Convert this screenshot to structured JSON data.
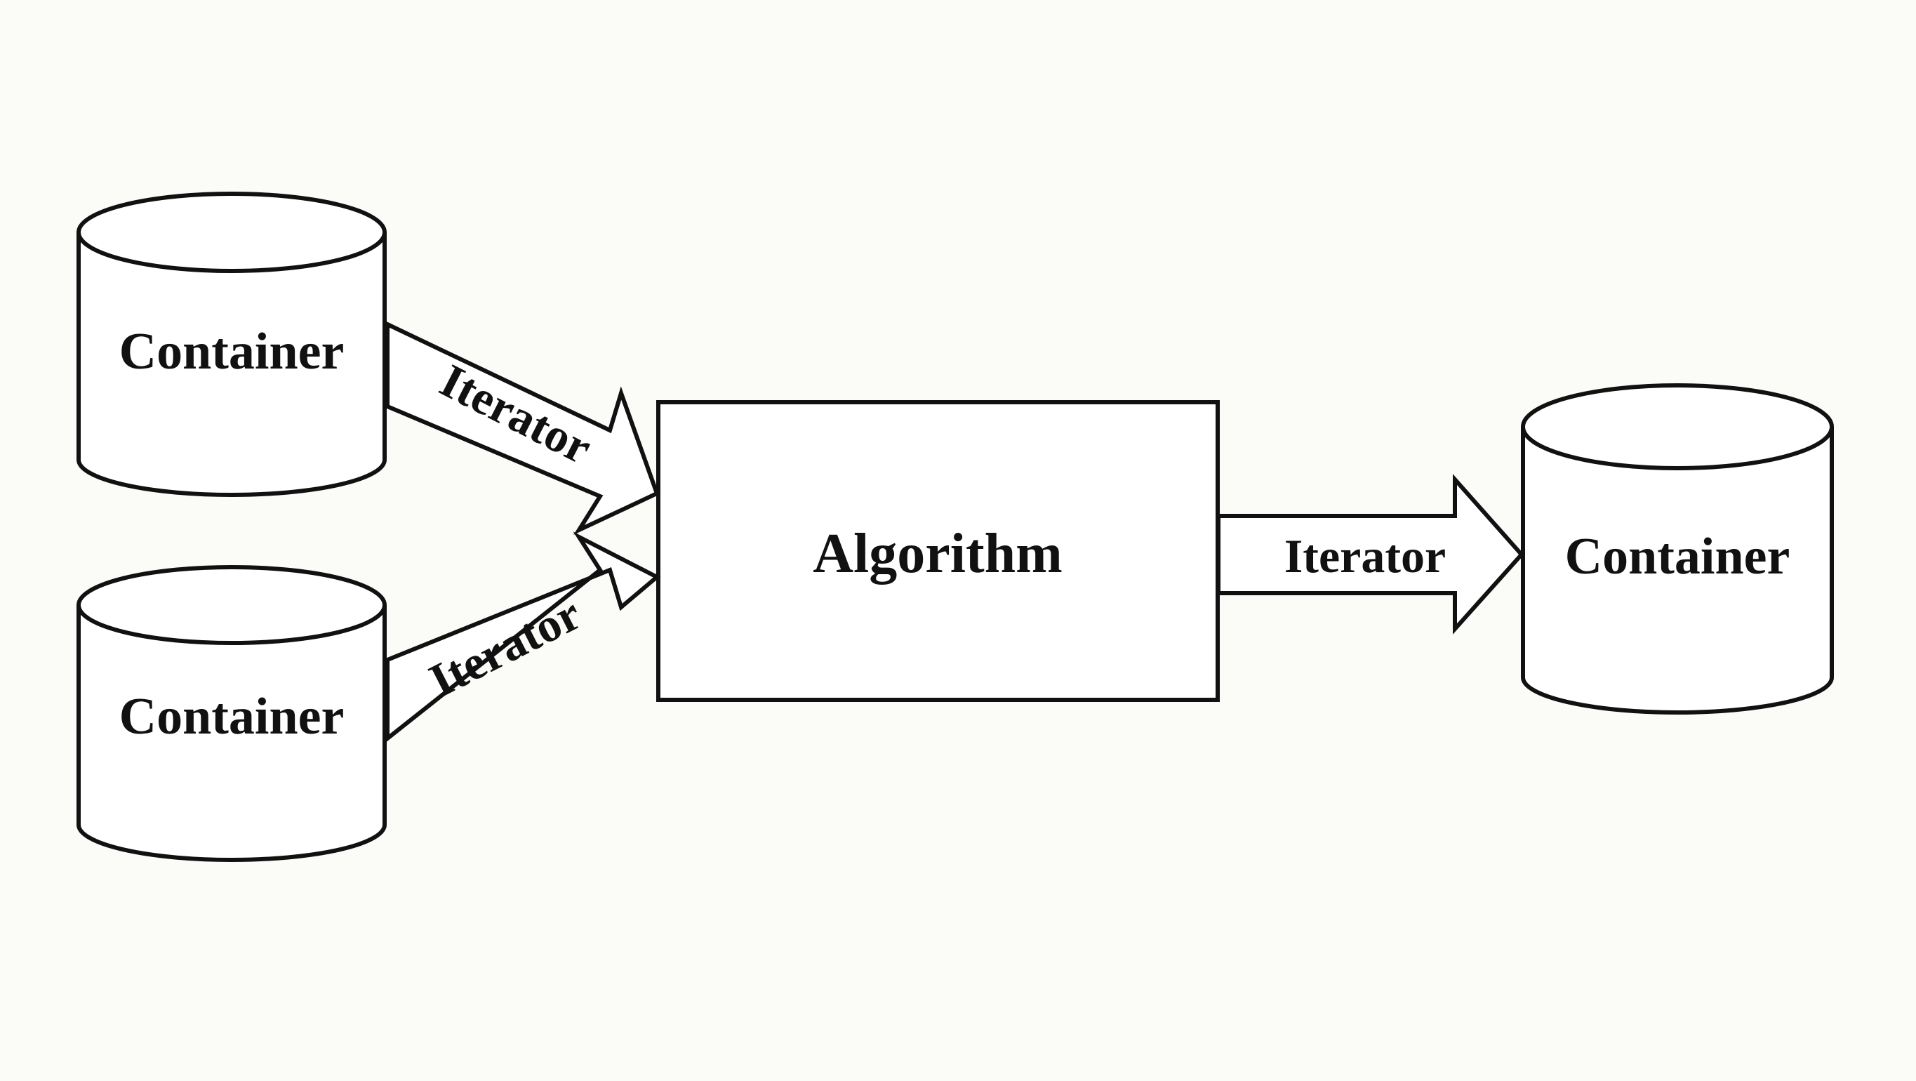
{
  "diagram": {
    "colors": {
      "background": "#fbfbf8",
      "stroke": "#111111",
      "fill": "#ffffff"
    },
    "containers": [
      {
        "label": "Container"
      },
      {
        "label": "Container"
      },
      {
        "label": "Container"
      }
    ],
    "algorithm": {
      "label": "Algorithm"
    },
    "arrows": [
      {
        "label": "Iterator"
      },
      {
        "label": "Iterator"
      },
      {
        "label": "Iterator"
      }
    ]
  }
}
